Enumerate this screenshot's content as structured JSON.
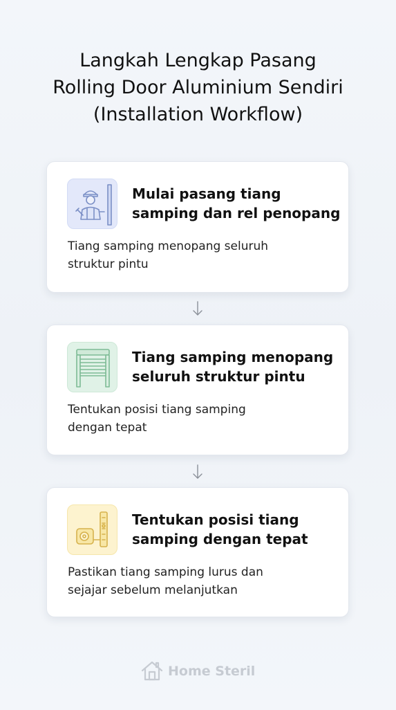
{
  "header": {
    "title_lines": [
      "Langkah Lengkap Pasang",
      "Rolling Door Aluminium Sendiri",
      "(Installation Workflow)"
    ]
  },
  "steps": [
    {
      "icon": "worker-icon",
      "title_lines": [
        "Mulai pasang tiang",
        "samping dan rel penopang"
      ],
      "desc_lines": [
        "Tiang samping menopang seluruh",
        "struktur pintu"
      ]
    },
    {
      "icon": "rolling-door-icon",
      "title_lines": [
        "Tiang samping menopang",
        "seluruh struktur pintu"
      ],
      "desc_lines": [
        "Tentukan posisi tiang samping",
        "dengan tepat"
      ]
    },
    {
      "icon": "measuring-tools-icon",
      "title_lines": [
        "Tentukan posisi tiang",
        "samping dengan tepat"
      ],
      "desc_lines": [
        "Pastikan tiang samping lurus dan",
        "sejajar sebelum melanjutkan"
      ]
    }
  ],
  "footer": {
    "brand": "Home Steril",
    "icon": "house-icon"
  },
  "colors": {
    "icon_blue_bg": "#e3e8fa",
    "icon_green_bg": "#e0f2e7",
    "icon_yellow_bg": "#fdf3cf",
    "footer_text": "#c6cbd2"
  }
}
